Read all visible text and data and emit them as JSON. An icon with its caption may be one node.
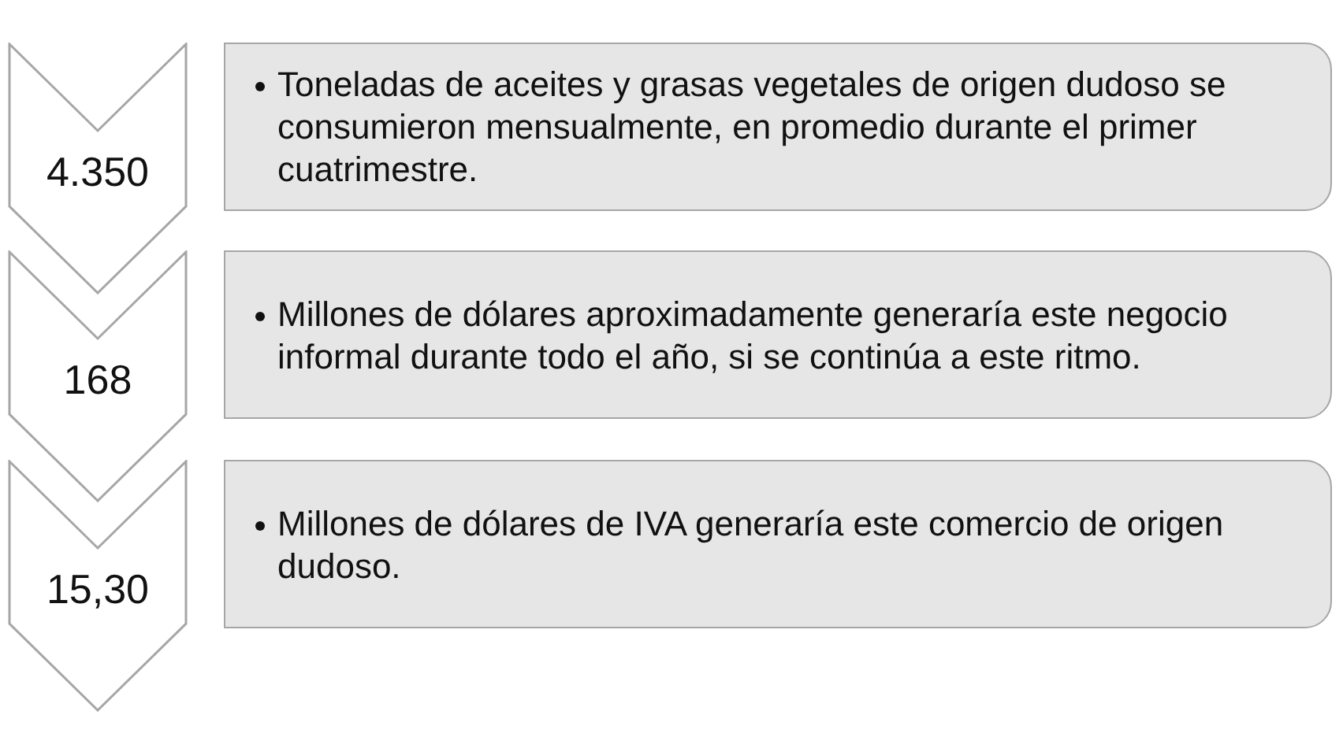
{
  "diagram": {
    "nodes": [
      {
        "text": [
          "4.350"
        ]
      },
      {
        "text": [
          "Toneladas de aceites y grasas vegetales de origen dudoso se consumieron mensualmente, en promedio durante el primer cuatrimestre."
        ]
      },
      {
        "text": [
          "168"
        ]
      },
      {
        "text": [
          "Millones de dólares aproximadamente generaría este negocio informal durante todo el año, si se continúa a este ritmo."
        ]
      },
      {
        "text": [
          "15,30"
        ]
      },
      {
        "text": [
          "Millones de dólares de IVA generaría este comercio de origen dudoso."
        ]
      }
    ]
  }
}
